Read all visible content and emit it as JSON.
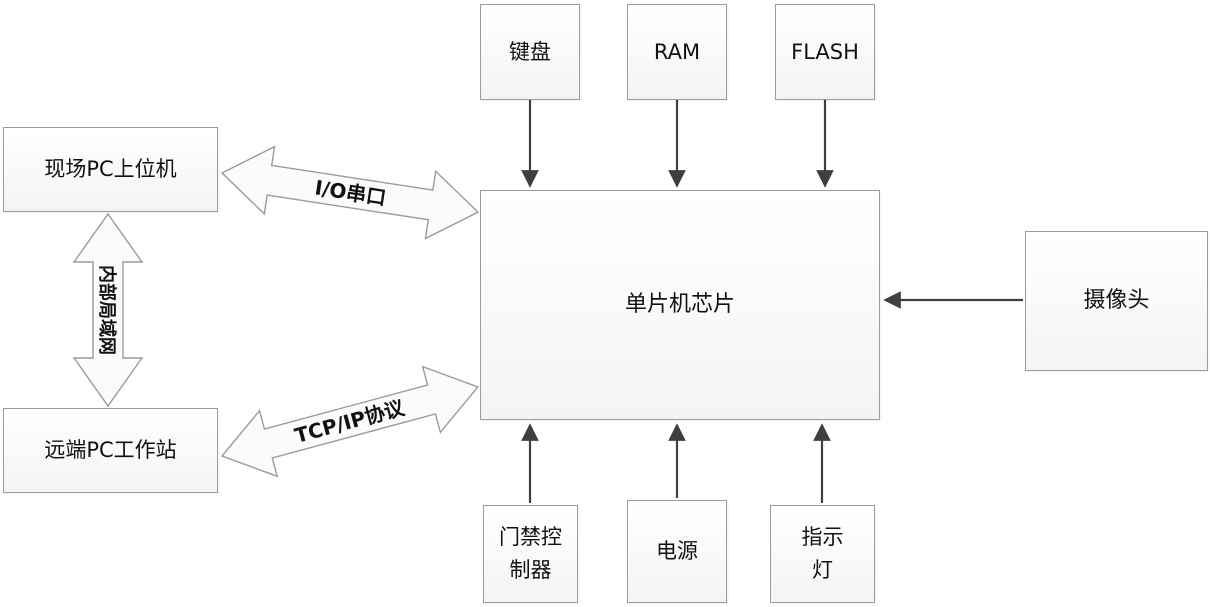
{
  "diagram": {
    "nodes": {
      "keyboard": {
        "label": "键盘"
      },
      "ram": {
        "label": "RAM"
      },
      "flash": {
        "label": "FLASH"
      },
      "mcu": {
        "label": "单片机芯片"
      },
      "camera": {
        "label": "摄像头"
      },
      "field_pc": {
        "label": "现场PC上位机"
      },
      "remote_pc": {
        "label": "远端PC工作站"
      },
      "access_controller": {
        "label": "门禁控\n制器"
      },
      "power": {
        "label": "电源"
      },
      "indicator": {
        "label": "指示\n灯"
      }
    },
    "edges": [
      {
        "from": "keyboard",
        "to": "mcu",
        "type": "arrow"
      },
      {
        "from": "ram",
        "to": "mcu",
        "type": "arrow"
      },
      {
        "from": "flash",
        "to": "mcu",
        "type": "arrow"
      },
      {
        "from": "camera",
        "to": "mcu",
        "type": "arrow"
      },
      {
        "from": "access_controller",
        "to": "mcu",
        "type": "arrow"
      },
      {
        "from": "power",
        "to": "mcu",
        "type": "arrow"
      },
      {
        "from": "indicator",
        "to": "mcu",
        "type": "arrow"
      },
      {
        "from": "field_pc",
        "to": "mcu",
        "type": "double-block-arrow",
        "label": "I/O串口"
      },
      {
        "from": "remote_pc",
        "to": "mcu",
        "type": "double-block-arrow",
        "label": "TCP/IP协议"
      },
      {
        "from": "field_pc",
        "to": "remote_pc",
        "type": "double-block-arrow",
        "label": "内部局域网"
      }
    ],
    "colors": {
      "node_border": "#9b9b9b",
      "arrow": "#3f3f3f",
      "text": "#111111",
      "background": "#ffffff"
    }
  }
}
